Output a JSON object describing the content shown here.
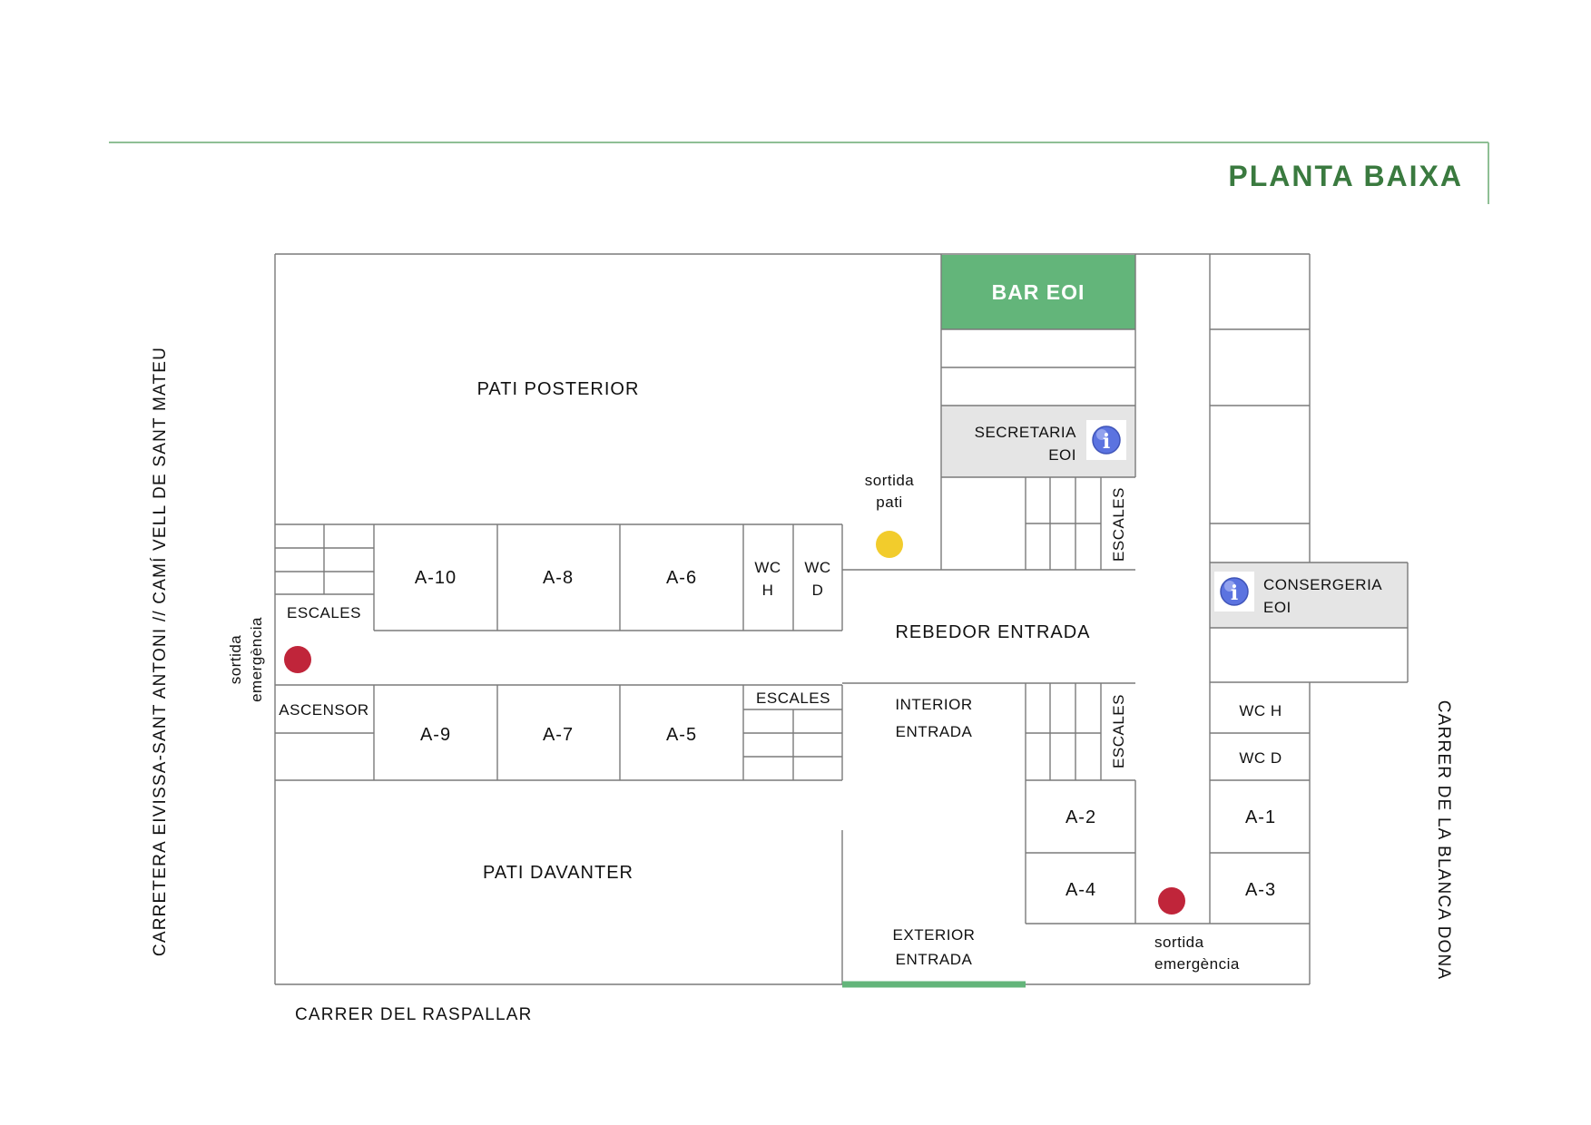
{
  "header": {
    "title": "PLANTA BAIXA"
  },
  "colors": {
    "accent_green": "#3a7a3f",
    "bar_fill": "#63b57a",
    "office_fill": "#e5e5e5",
    "emergency_exit": "#c0253a",
    "patio_exit": "#f2cc2c",
    "info_icon": "#5b73e0"
  },
  "streets": {
    "left": "CARRETERA EIVISSA-SANT ANTONI // CAMÍ VELL DE SANT MATEU",
    "bottom": "CARRER DEL RASPALLAR",
    "right": "CARRER DE LA BLANCA DONA"
  },
  "areas": {
    "pati_posterior": "PATI POSTERIOR",
    "pati_davanter": "PATI DAVANTER",
    "rebedor": "REBEDOR ENTRADA",
    "interior_1": "INTERIOR",
    "interior_2": "ENTRADA",
    "exterior_1": "EXTERIOR",
    "exterior_2": "ENTRADA",
    "bar": "BAR EOI",
    "secretaria_1": "SECRETARIA",
    "secretaria_2": "EOI",
    "consergeria_1": "CONSERGERIA",
    "consergeria_2": "EOI"
  },
  "rooms": {
    "a10": "A-10",
    "a8": "A-8",
    "a6": "A-6",
    "a9": "A-9",
    "a7": "A-7",
    "a5": "A-5",
    "a2": "A-2",
    "a4": "A-4",
    "a1": "A-1",
    "a3": "A-3"
  },
  "wc": {
    "top_h_1": "WC",
    "top_h_2": "H",
    "top_d_1": "WC",
    "top_d_2": "D",
    "right_h": "WC H",
    "right_d": "WC D"
  },
  "stairs": {
    "left": "ESCALES",
    "center": "ESCALES",
    "vertical_top": "ESCALES",
    "vertical_bottom": "ESCALES"
  },
  "ascensor": "ASCENSOR",
  "exits": {
    "emergency_left_1": "sortida",
    "emergency_left_2": "emergència",
    "patio_1": "sortida",
    "patio_2": "pati",
    "emergency_right_1": "sortida",
    "emergency_right_2": "emergència"
  }
}
